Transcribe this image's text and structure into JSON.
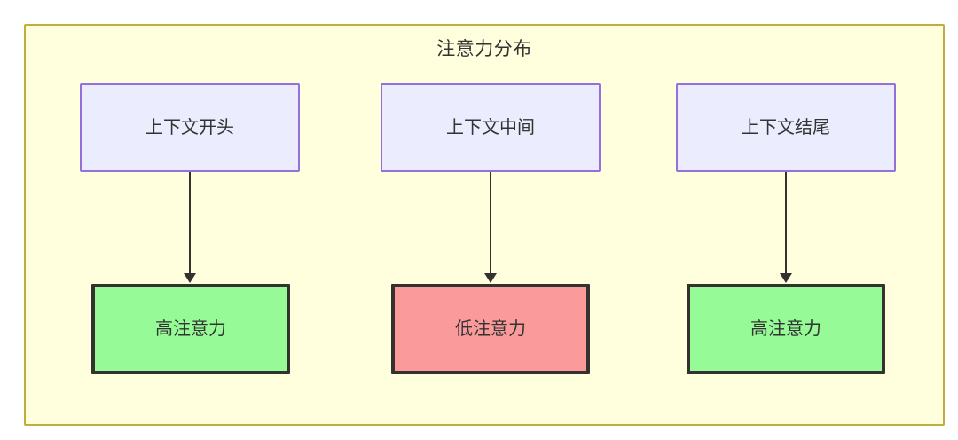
{
  "diagram": {
    "title": "注意力分布",
    "type": "flowchart",
    "direction": "top-down",
    "colors": {
      "subgraph_background": "#ffffde",
      "subgraph_border": "#bfae3c",
      "context_fill": "#ececff",
      "context_border": "#9370db",
      "high_attention_fill": "#96fa96",
      "low_attention_fill": "#fa9a9a",
      "emphasis_border": "#33322e",
      "text": "#333333",
      "edge": "#33322e"
    },
    "columns": [
      {
        "source": {
          "label": "上下文开头",
          "style": "context"
        },
        "target": {
          "label": "高注意力",
          "style": "high-attention"
        }
      },
      {
        "source": {
          "label": "上下文中间",
          "style": "context"
        },
        "target": {
          "label": "低注意力",
          "style": "low-attention"
        }
      },
      {
        "source": {
          "label": "上下文结尾",
          "style": "context"
        },
        "target": {
          "label": "高注意力",
          "style": "high-attention"
        }
      }
    ],
    "edges": [
      {
        "from": "上下文开头",
        "to": "高注意力",
        "arrow": "arrowhead-down-icon"
      },
      {
        "from": "上下文中间",
        "to": "低注意力",
        "arrow": "arrowhead-down-icon"
      },
      {
        "from": "上下文结尾",
        "to": "高注意力",
        "arrow": "arrowhead-down-icon"
      }
    ]
  }
}
